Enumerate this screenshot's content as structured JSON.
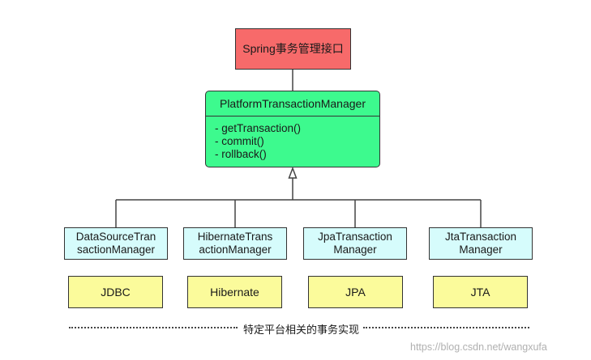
{
  "top": {
    "label": "Spring事务管理接口"
  },
  "interface": {
    "name": "PlatformTransactionManager",
    "methods": [
      "- getTransaction()",
      "- commit()",
      "- rollback()"
    ]
  },
  "implementations": [
    {
      "line1": "DataSourceTran",
      "line2": "sactionManager"
    },
    {
      "line1": "HibernateTrans",
      "line2": "actionManager"
    },
    {
      "line1": "JpaTransaction",
      "line2": "Manager"
    },
    {
      "line1": "JtaTransaction",
      "line2": "Manager"
    }
  ],
  "technologies": [
    "JDBC",
    "Hibernate",
    "JPA",
    "JTA"
  ],
  "footer": {
    "caption": "特定平台相关的事务实现"
  },
  "watermark": "https://blog.csdn.net/wangxufa",
  "colors": {
    "top_fill": "#f76a6a",
    "interface_fill": "#3dfa8e",
    "impl_fill": "#d6fcfc",
    "tech_fill": "#fbfb9b"
  }
}
